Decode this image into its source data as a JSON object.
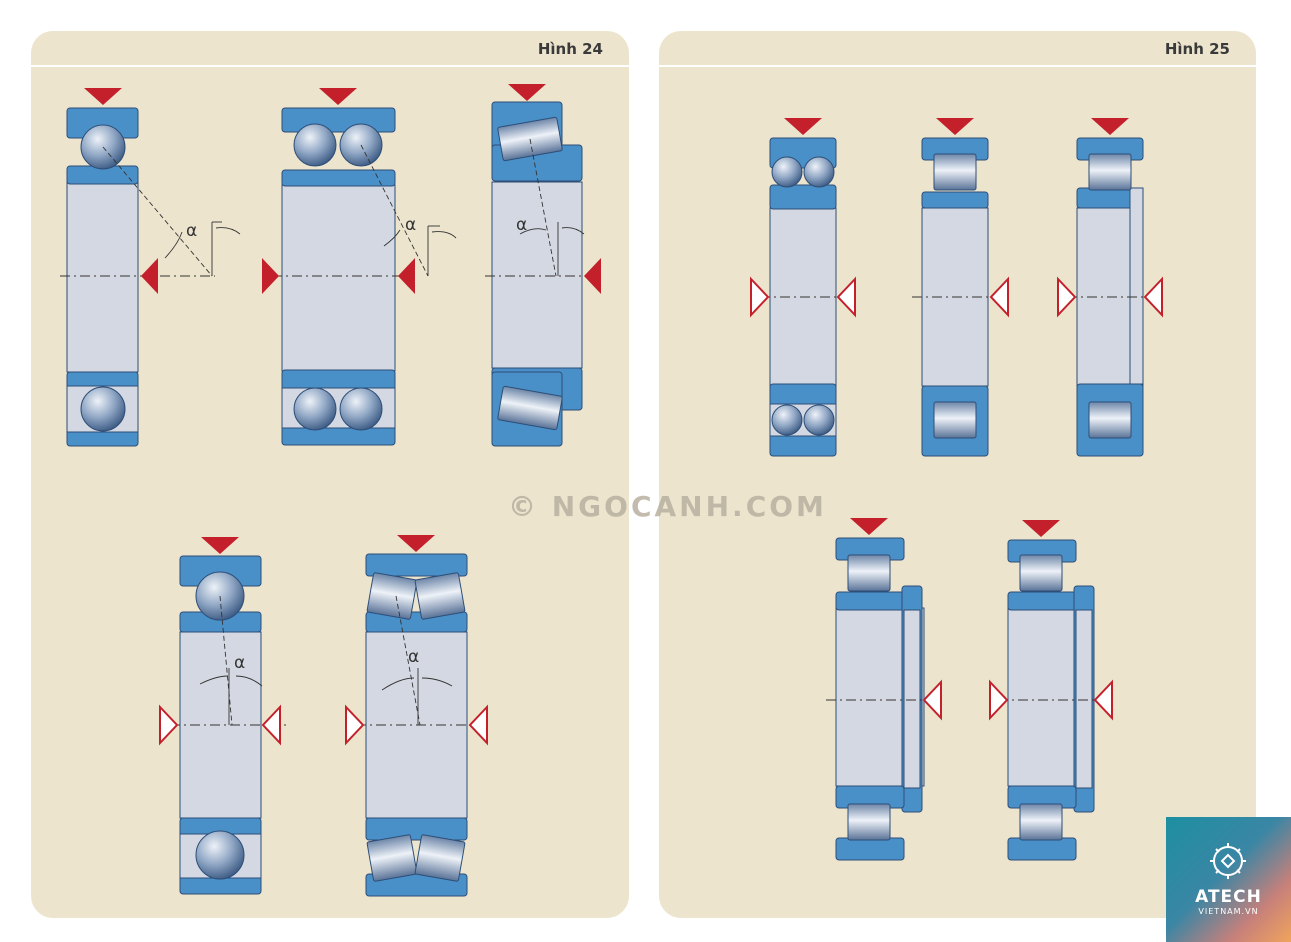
{
  "figures": [
    {
      "id": "fig24",
      "title": "Hình 24",
      "bearings": [
        "angular-contact-ball-bearing",
        "double-row-angular-contact-ball-bearing",
        "tapered-roller-bearing",
        "self-aligning-ball-bearing",
        "spherical-roller-bearing"
      ]
    },
    {
      "id": "fig25",
      "title": "Hình 25",
      "bearings": [
        "double-row-deep-groove-ball-bearing",
        "cylindrical-roller-bearing-nu",
        "cylindrical-roller-bearing-n",
        "cylindrical-roller-bearing-nj",
        "cylindrical-roller-bearing-nup"
      ]
    }
  ],
  "angle_label": "α",
  "watermark": "© NGOCANH.COM",
  "logo": {
    "name": "ATECH",
    "site": "VIETNAM.VN"
  },
  "colors": {
    "ring": "#4a90c8",
    "bore": "#d4d8e2",
    "load_arrow": "#c4202b",
    "element": "#8fa6c4",
    "panel": "#ece4cd"
  }
}
